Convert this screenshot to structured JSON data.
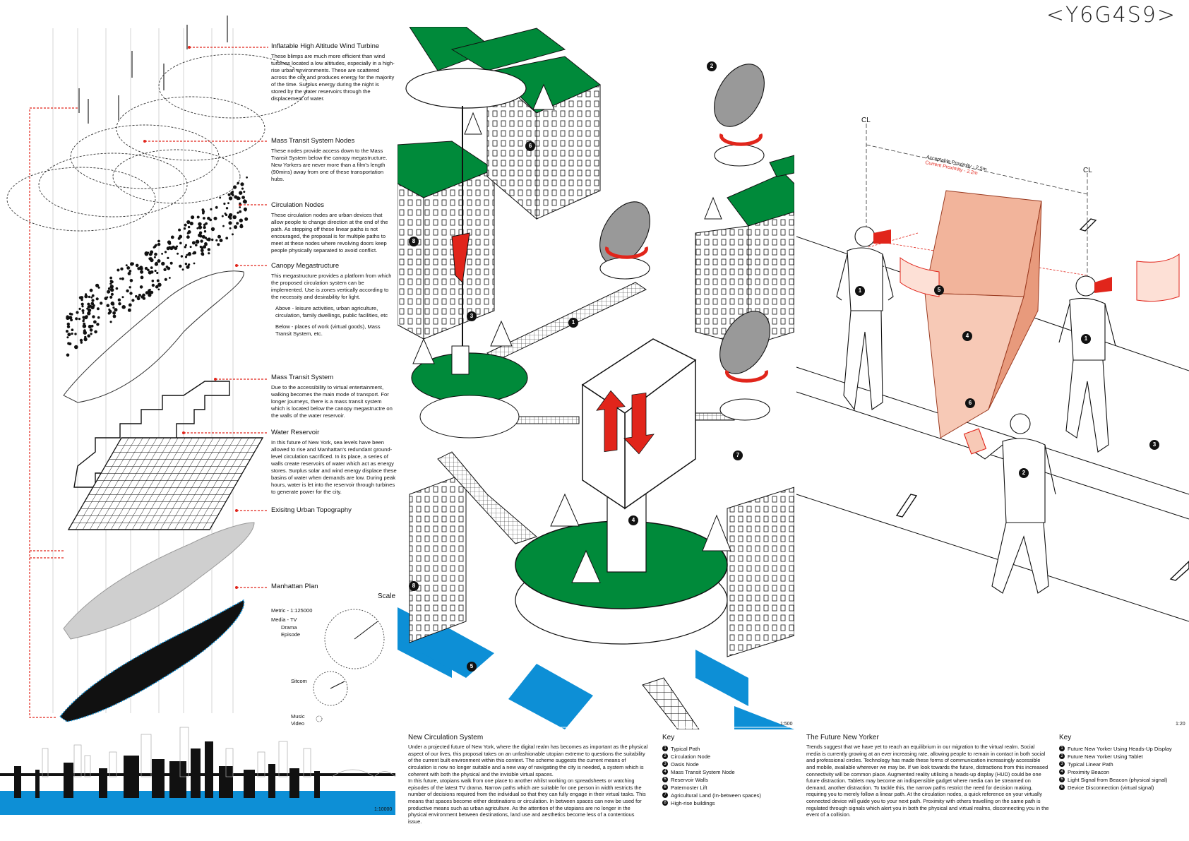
{
  "code": "<Y6G4S9>",
  "annotations": [
    {
      "title": "Inflatable High Altitude Wind Turbine",
      "body": "These blimps are much more efficient than wind turbines located a low altitudes, especially in a high-rise urban environments. These are scattered across the city and produces energy for the majority of the time. Surplus energy during the night is stored by the water reservoirs through the displacement of water."
    },
    {
      "title": "Mass Transit System Nodes",
      "body": "These nodes provide access down to the Mass Transit System below the canopy megastructure. New Yorkers are never more than a film's length (90mins) away from one of these transportation hubs."
    },
    {
      "title": "Circulation Nodes",
      "body": "These circulation nodes are urban devices that allow people to change direction at the end of the path. As stepping off these linear paths is not encouraged, the proposal is for multiple paths to meet at these nodes where revolving doors keep people physically separated to avoid conflict."
    },
    {
      "title": "Canopy Megastructure",
      "body": "This megastructure provides a platform from which the proposed circulation system can be implemented. Use is zones vertically according to the necessity and desirability for light.",
      "above": "Above - leisure activities, urban agriculture, circulation, family dwellings, public facilities, etc",
      "below": "Below - places of work (virtual goods), Mass Transit System, etc."
    },
    {
      "title": "Mass Transit System",
      "body": "Due to the accessibility to virtual entertainment, walking becomes the main mode of transport. For longer journeys, there is a mass transit system which is located below the canopy megastructre on the walls of the water reservoir."
    },
    {
      "title": "Water Reservoir",
      "body": "In this future of New York, sea levels have been allowed to rise and Manhattan's redundant ground-level circulation sacrificed. In its place, a series of walls create reservoirs of water which act as energy stores. Surplus solar and wind energy displace these basins of water when demands are low. During peak hours, water is let into the reservoir through turbines to generate power for the city."
    },
    {
      "title": "Exisitng Urban Topography",
      "body": ""
    },
    {
      "title": "Manhattan Plan",
      "body": ""
    }
  ],
  "scale": {
    "title": "Scale",
    "metric": "Metric - 1:125000",
    "media": "Media - TV",
    "drama": "Drama",
    "episode": "Episode",
    "sitcom": "Sitcom",
    "music": "Music",
    "video": "Video"
  },
  "scales": {
    "skyline": "1:10000",
    "main": "1:500",
    "right": "1:20"
  },
  "center_text": {
    "title": "New Circulation System",
    "body": "Under a projected future of New York, where the digital realm has becomes as important as the physical aspect of our lives, this proposal takes on an unfashionable utopian extreme to questions the suitability of the current built environment within this context. The scheme suggests the current means of circulation is now no longer suitable and a new way of navigating the city is needed, a system which is coherent with both the physical and the invisible virtual spaces.",
    "body2": "In this future, utopians walk from one place to another whilst working on spreadsheets or watching episodes of the latest TV drama. Narrow paths which are suitable for one person in width restricts the number of decisions required from the individual so that they can fully engage in their virtual tasks. This means that spaces become either destinations or circulation. In between spaces can now be used for productive means such as urban agriculture. As the attention of the utopians are no longer in the physical environment between destinations, land use and aesthetics become less of a contentious issue."
  },
  "center_key": {
    "title": "Key",
    "items": [
      "Typical Path",
      "Circulation Node",
      "Oasis Node",
      "Mass Transit System Node",
      "Reservoir Walls",
      "Paternoster Lift",
      "Agricultural Land (In-between spaces)",
      "High-rise buildings"
    ]
  },
  "right_text": {
    "title": "The Future New Yorker",
    "body": "Trends suggest that we have yet to reach an equilibrium in our migration to the virtual realm. Social media is currently growing at an ever increasing rate, allowing people to remain in contact in both social and professional circles. Technology has made these forms of communication increasingly accessible and mobile, available wherever we may be. If we look towards the future, distractions from this increased connectivity will be common place. Augmented reality utilising a heads-up display (HUD) could be one future distraction. Tablets may become an indispensible gadget where media can be streamed on demand, another distraction. To tackle this, the narrow paths restrict the need for decision making, requiring you to merely follow a linear path. At the circulation nodes, a quick reference on your virtually connected device will guide you to your next path. Proximity with others travelling on the same path is regulated through signals which alert you in both the physical and virtual realms, disconnecting you in the event of a collision."
  },
  "right_key": {
    "title": "Key",
    "items": [
      "Future New Yorker Using Heads-Up Display",
      "Future New Yorker Using Tablet",
      "Typical Linear Path",
      "Proximity Beacon",
      "Light Signal from Beacon (physical signal)",
      "Device Disconnection (virtual signal)"
    ]
  },
  "proximity": {
    "acceptable": "Acceptable Proximity - 2.5m",
    "current": "Current Proximity - 2.2m"
  },
  "cl_label": "CL",
  "numbers": [
    "1",
    "2",
    "3",
    "4",
    "5",
    "6",
    "7",
    "8"
  ],
  "colors": {
    "green": "#008a3a",
    "blue": "#0d8fd6",
    "red": "#e1251b",
    "salmon": "#f2a88c"
  }
}
